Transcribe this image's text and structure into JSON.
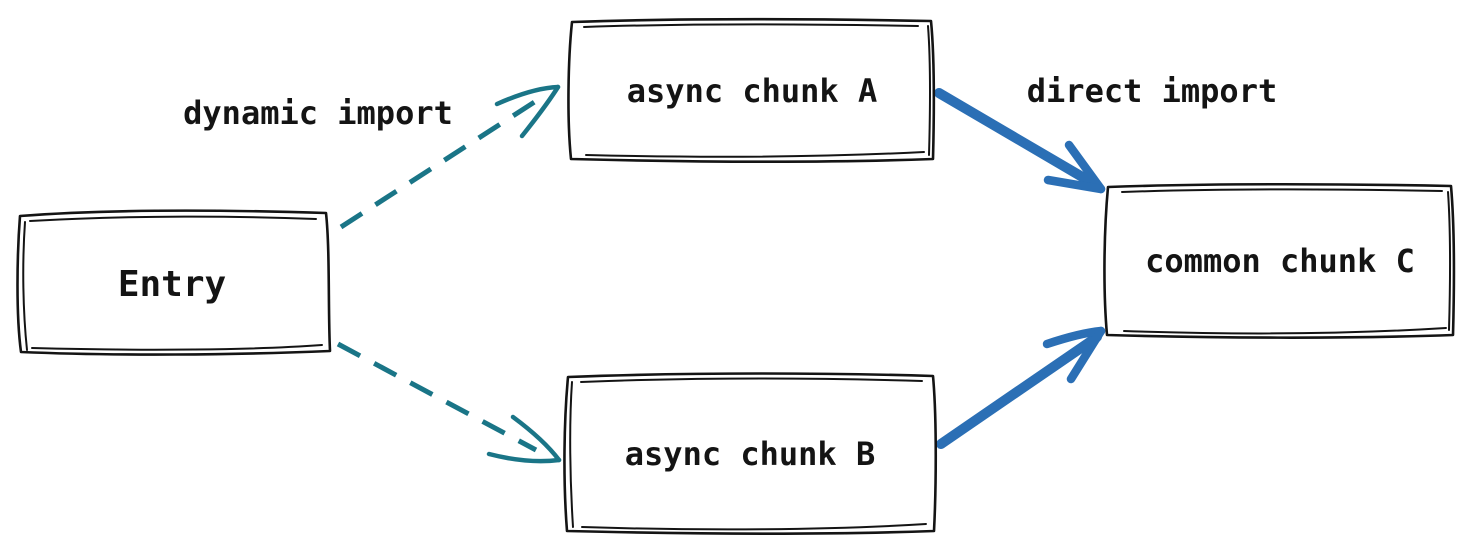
{
  "nodes": {
    "entry": {
      "label": "Entry"
    },
    "chunk_a": {
      "label": "async chunk A"
    },
    "chunk_b": {
      "label": "async chunk B"
    },
    "chunk_c": {
      "label": "common chunk C"
    }
  },
  "edge_labels": {
    "dynamic_import": "dynamic import",
    "direct_import": "direct import"
  },
  "edges": [
    {
      "from": "Entry",
      "to": "async chunk A",
      "label": "dynamic import",
      "style": "dashed"
    },
    {
      "from": "Entry",
      "to": "async chunk B",
      "label": "dynamic import",
      "style": "dashed"
    },
    {
      "from": "async chunk A",
      "to": "common chunk C",
      "label": "direct import",
      "style": "solid"
    },
    {
      "from": "async chunk B",
      "to": "common chunk C",
      "label": "direct import",
      "style": "solid"
    }
  ],
  "colors": {
    "dynamic_edge": "#1a7587",
    "direct_edge": "#2b6fb5",
    "node_border": "#141414",
    "node_fill": "#ffffff",
    "text": "#141414",
    "background": "#ffffff"
  }
}
